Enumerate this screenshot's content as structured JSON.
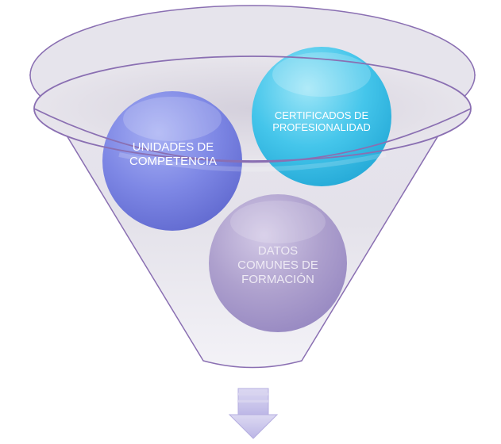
{
  "diagram": {
    "type": "funnel",
    "nodes": [
      {
        "id": "unidades",
        "lines": [
          "UNIDADES DE",
          "COMPETENCIA"
        ],
        "color": "#7d86e6"
      },
      {
        "id": "certificados",
        "lines": [
          "CERTIFICADOS DE",
          "PROFESIONALIDAD"
        ],
        "color": "#3fc6ea"
      },
      {
        "id": "datos",
        "lines": [
          "DATOS",
          "COMUNES DE",
          "FORMACIÓN"
        ],
        "color": "#ad9ecb"
      }
    ],
    "funnel_outline_color": "#8a6fb2",
    "arrow_color": "#c9c4ea"
  }
}
